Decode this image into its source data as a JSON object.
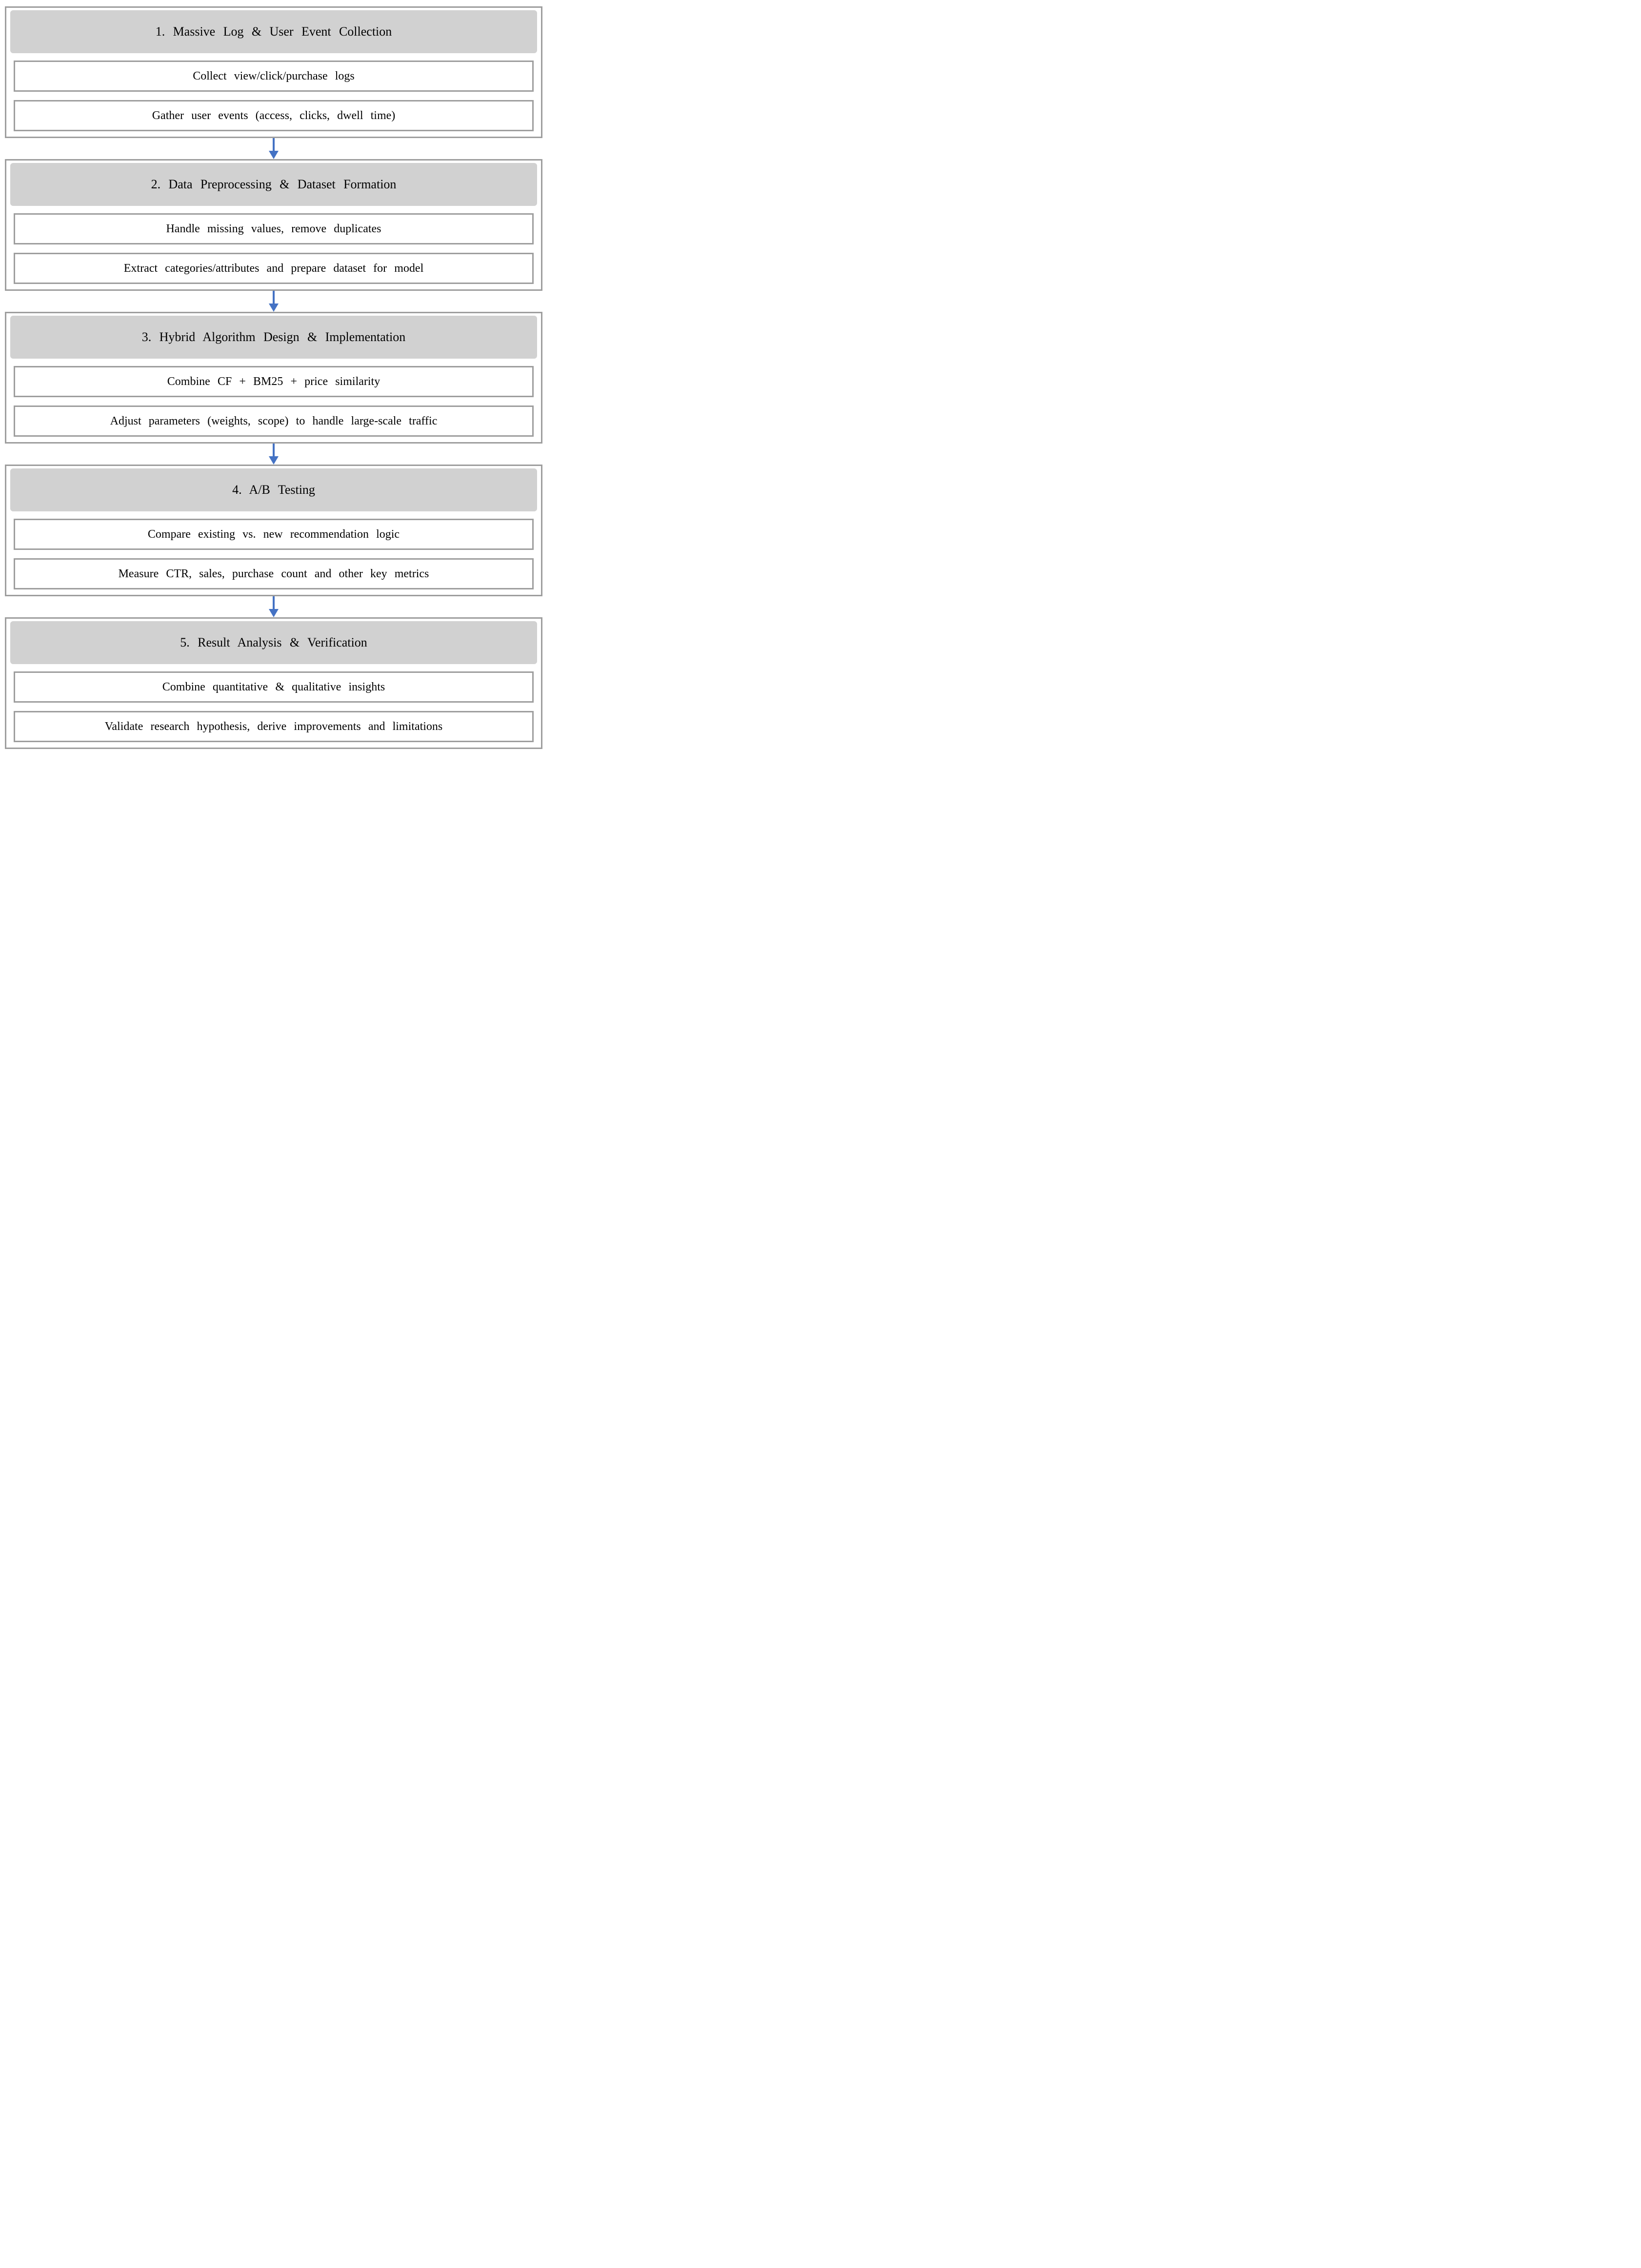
{
  "colors": {
    "arrow_blue": "#4472C4",
    "border_gray": "#9E9E9E",
    "header_gray": "#D1D1D1"
  },
  "steps": [
    {
      "title": "1. Massive Log & User Event Collection",
      "items": [
        "Collect view/click/purchase logs",
        "Gather user events (access, clicks, dwell time)"
      ]
    },
    {
      "title": "2. Data Preprocessing & Dataset Formation",
      "items": [
        "Handle missing values, remove duplicates",
        "Extract categories/attributes and prepare dataset for model"
      ]
    },
    {
      "title": "3. Hybrid Algorithm Design & Implementation",
      "items": [
        "Combine CF + BM25 + price similarity",
        "Adjust parameters (weights, scope) to handle large-scale traffic"
      ]
    },
    {
      "title": "4. A/B Testing",
      "items": [
        "Compare existing vs. new recommendation logic",
        "Measure CTR, sales, purchase count and other key metrics"
      ]
    },
    {
      "title": "5. Result Analysis & Verification",
      "items": [
        "Combine quantitative & qualitative insights",
        "Validate research hypothesis, derive improvements and limitations"
      ]
    }
  ]
}
